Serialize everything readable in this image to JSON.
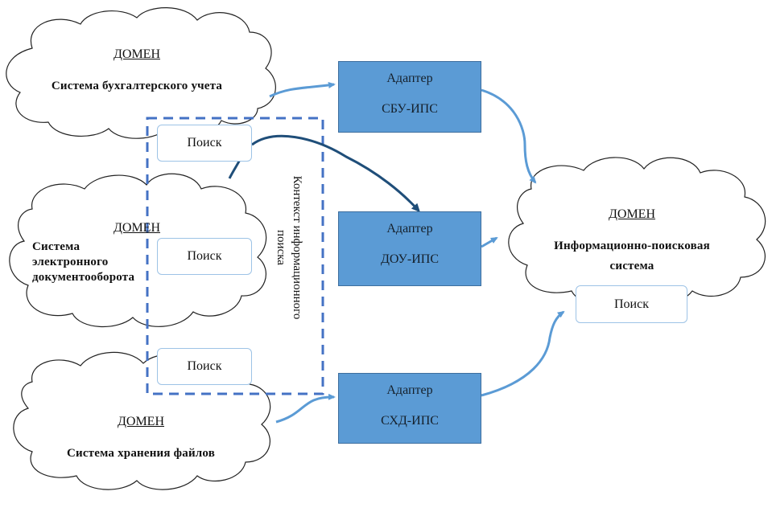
{
  "diagram": {
    "domains": [
      {
        "id": "accounting",
        "header": "ДОМЕН",
        "title": "Система бухгалтерского учета"
      },
      {
        "id": "edms",
        "header": "ДОМЕН",
        "title_lines": [
          "Система",
          "электронного",
          "документооборота"
        ]
      },
      {
        "id": "fs",
        "header": "ДОМЕН",
        "title": "Система хранения файлов"
      },
      {
        "id": "ips",
        "header": "ДОМЕН",
        "title_lines": [
          "Информационно-поисковая",
          "система"
        ]
      }
    ],
    "adapters": [
      {
        "id": "sbu",
        "line1": "Адаптер",
        "line2": "СБУ-ИПС"
      },
      {
        "id": "dou",
        "line1": "Адаптер",
        "line2": "ДОУ-ИПС"
      },
      {
        "id": "shd",
        "line1": "Адаптер",
        "line2": "СХД-ИПС"
      }
    ],
    "search_boxes": [
      {
        "label": "Поиск"
      },
      {
        "label": "Поиск"
      },
      {
        "label": "Поиск"
      },
      {
        "label": "Поиск"
      }
    ],
    "context_label_lines": [
      "Контекст информационного",
      "поиска"
    ],
    "colors": {
      "adapter_fill": "#5b9bd5",
      "light_arrow": "#5b9bd5",
      "dark_arrow": "#1f4e79",
      "dashed_frame": "#4472c4",
      "search_border": "#9dc3e6"
    }
  }
}
